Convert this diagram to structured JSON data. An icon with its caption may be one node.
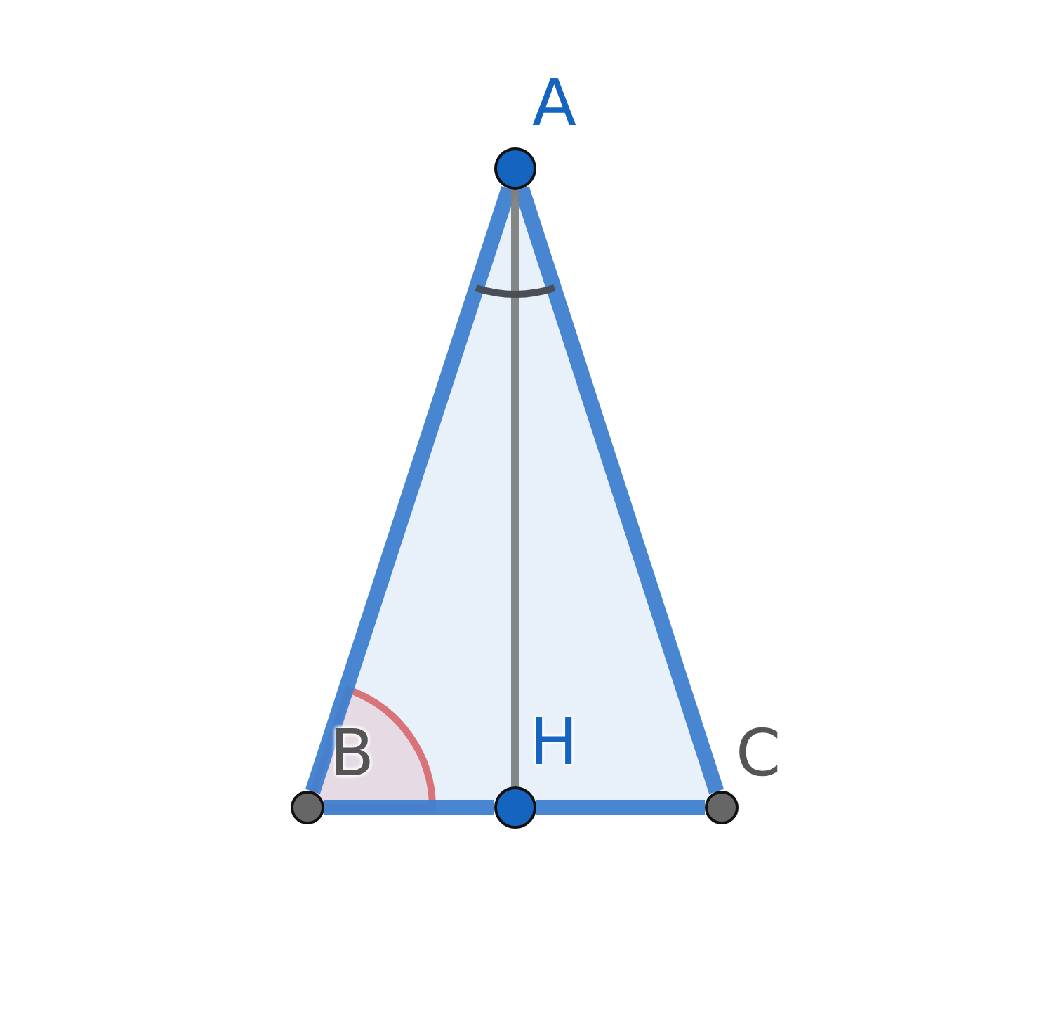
{
  "diagram": {
    "nodes": [
      {
        "text": [
          "A"
        ]
      },
      {
        "text": [
          "B"
        ]
      },
      {
        "text": [
          "H"
        ]
      },
      {
        "text": [
          "C"
        ]
      }
    ],
    "edges": [
      {
        "from": 0,
        "to": 1,
        "arrow": "none"
      },
      {
        "from": 0,
        "to": 3,
        "arrow": "none"
      },
      {
        "from": 1,
        "to": 2,
        "arrow": "none"
      },
      {
        "from": 2,
        "to": 3,
        "arrow": "none"
      },
      {
        "from": 0,
        "to": 2,
        "arrow": "none",
        "color": "#808080"
      }
    ]
  }
}
